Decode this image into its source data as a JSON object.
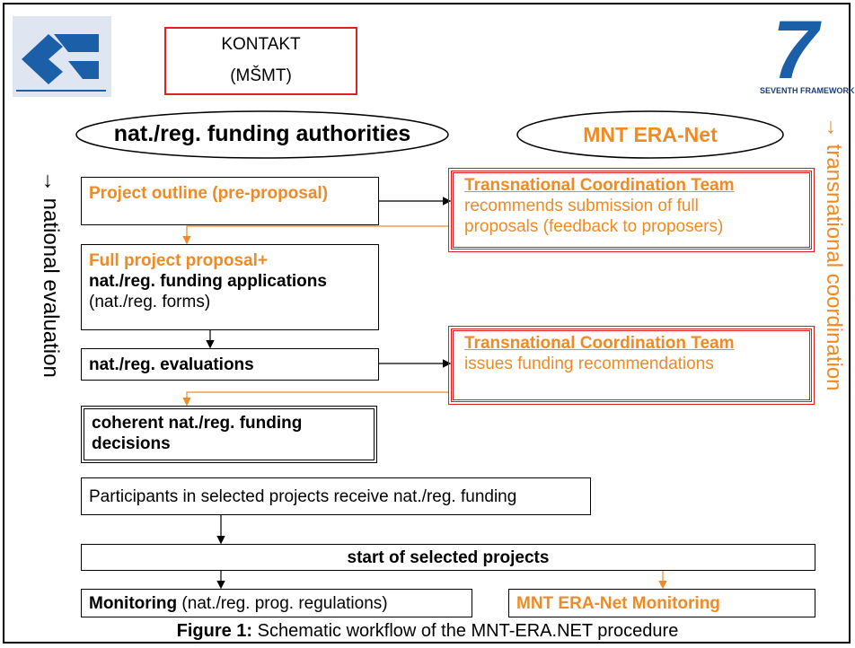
{
  "kontakt": {
    "line1": "KONTAKT",
    "line2": "(MŠMT)"
  },
  "fp7_logo": {
    "numeral": "7",
    "caption": "SEVENTH FRAMEWORK"
  },
  "ellipses": {
    "left": "nat./reg. funding authorities",
    "right": "MNT ERA-Net"
  },
  "side_labels": {
    "left": "national evaluation",
    "right": "transnational coordination",
    "arrow": "→"
  },
  "steps": {
    "outline": "Project outline (pre-proposal)",
    "full_proposal_line1": "Full project proposal+",
    "full_proposal_line2": "nat./reg. funding applications",
    "full_proposal_line3": "(nat./reg. forms)",
    "evaluations": "nat./reg. evaluations",
    "decisions_line1": "coherent nat./reg. funding",
    "decisions_line2": "decisions",
    "participants": "Participants in selected projects receive nat./reg. funding",
    "start": "start of selected projects",
    "monitoring_bold": "Monitoring",
    "monitoring_rest": " (nat./reg. prog. regulations)",
    "era_monitoring": "MNT ERA-Net Monitoring"
  },
  "tct1": {
    "title": "Transnational Coordination Team",
    "line1": "recommends submission of full",
    "line2": "proposals (feedback to proposers)"
  },
  "tct2": {
    "title": "Transnational Coordination Team",
    "line1": "issues funding recommendations"
  },
  "caption": {
    "bold": "Figure 1:",
    "rest": " Schematic workflow of the MNT-ERA.NET procedure"
  },
  "colors": {
    "orange": "#f08a24",
    "red": "#d42020",
    "logo_blue": "#1b5fa8"
  }
}
